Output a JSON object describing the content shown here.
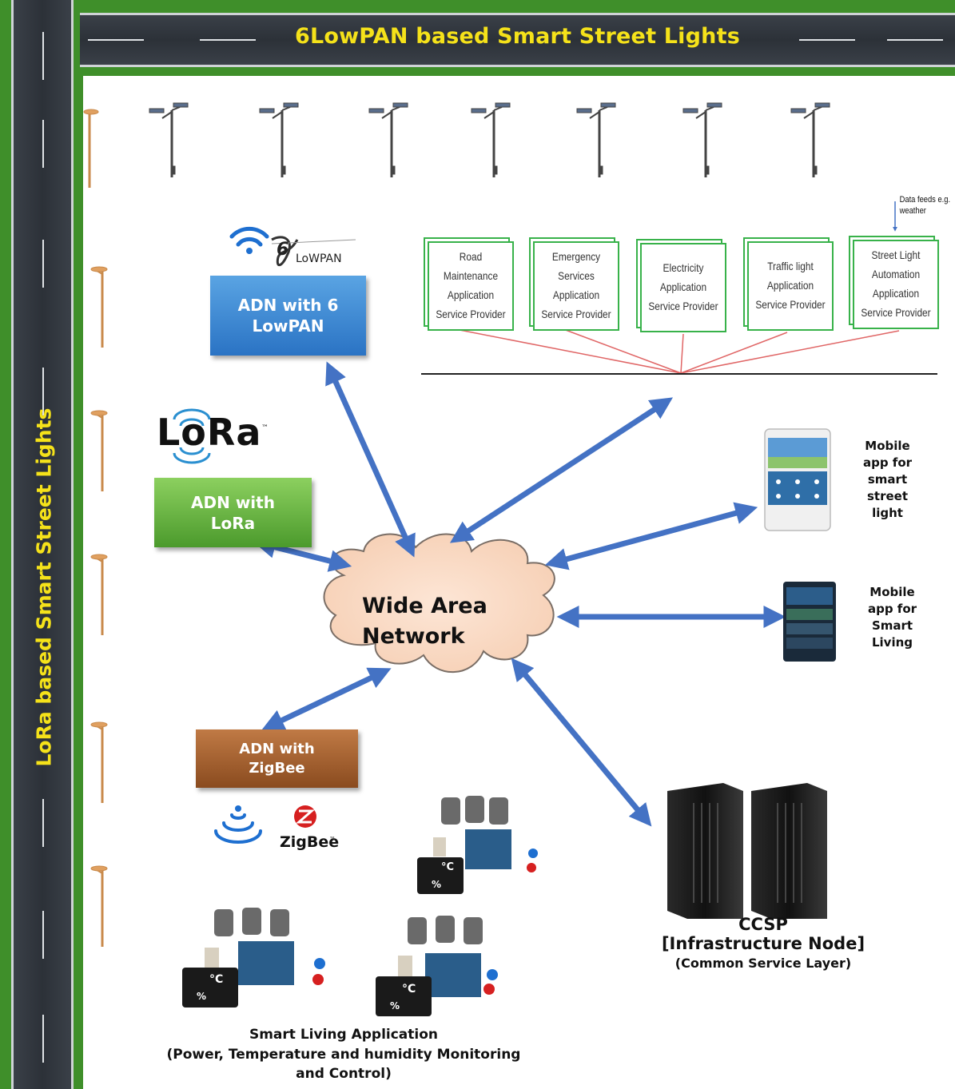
{
  "top_title": "6LowPAN based Smart Street Lights",
  "left_title": "LoRa based Smart Street Lights",
  "adn_6lowpan": "ADN with 6 LowPAN",
  "adn_lora": "ADN with LoRa",
  "adn_zigbee": "ADN with ZigBee",
  "logos": {
    "sixlowpan": "LoWPAN",
    "sixlowpan_six": "6",
    "lora": "LoRa",
    "zigbee": "ZigBee",
    "trademark": "™"
  },
  "service_providers": [
    "Road Maintenance Application Service Provider",
    "Emergency Services Application Service Provider",
    "Electricity Application Service Provider",
    "Traffic light Application Service Provider",
    "Street Light Automation Application Service Provider"
  ],
  "data_feeds": "Data feeds e.g. weather",
  "cloud": {
    "line1": "Wide Area",
    "line2": "Network"
  },
  "mobile_street_light": "Mobile app for smart street light",
  "mobile_smart_living": "Mobile app for Smart Living",
  "ccsp": {
    "line1": "CCSP",
    "line2": "[Infrastructure Node]",
    "line3": "(Common Service Layer)"
  },
  "sensor": {
    "temp": "°C",
    "hum": "%"
  },
  "smart_living": {
    "line1": "Smart Living Application",
    "line2": "(Power, Temperature and humidity Monitoring",
    "line3": "and Control)"
  },
  "colors": {
    "grass": "#3f8f2a",
    "road": "#2f343b",
    "road_text": "#f5e21a",
    "arrow": "#4472c4",
    "sp_border": "#38b24a",
    "link_lines": "#e06666"
  }
}
